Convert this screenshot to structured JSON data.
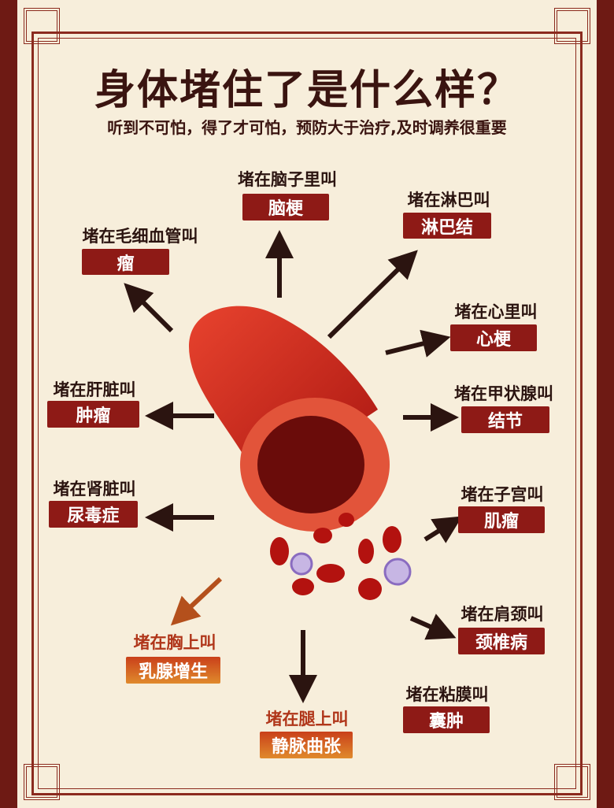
{
  "title": "身体堵住了是什么样？",
  "subtitle": "听到不可怕，得了才可怕，预防大于治疗,及时调养很重要",
  "items": [
    {
      "where": "堵在脑子里叫",
      "disease": "脑梗"
    },
    {
      "where": "堵在淋巴叫",
      "disease": "淋巴结"
    },
    {
      "where": "堵在毛细血管叫",
      "disease": "瘤"
    },
    {
      "where": "堵在心里叫",
      "disease": "心梗"
    },
    {
      "where": "堵在肝脏叫",
      "disease": "肿瘤"
    },
    {
      "where": "堵在甲状腺叫",
      "disease": "结节"
    },
    {
      "where": "堵在肾脏叫",
      "disease": "尿毒症"
    },
    {
      "where": "堵在子宫叫",
      "disease": "肌瘤"
    },
    {
      "where": "堵在肩颈叫",
      "disease": "颈椎病"
    },
    {
      "where": "堵在胸上叫",
      "disease": "乳腺增生"
    },
    {
      "where": "堵在粘膜叫",
      "disease": "囊肿"
    },
    {
      "where": "堵在腿上叫",
      "disease": "静脉曲张"
    }
  ],
  "colors": {
    "label_box": "#8e1a16",
    "label_box_orange": "#d8641f",
    "vessel": "#d42a1c",
    "border": "#8b2a1e"
  }
}
